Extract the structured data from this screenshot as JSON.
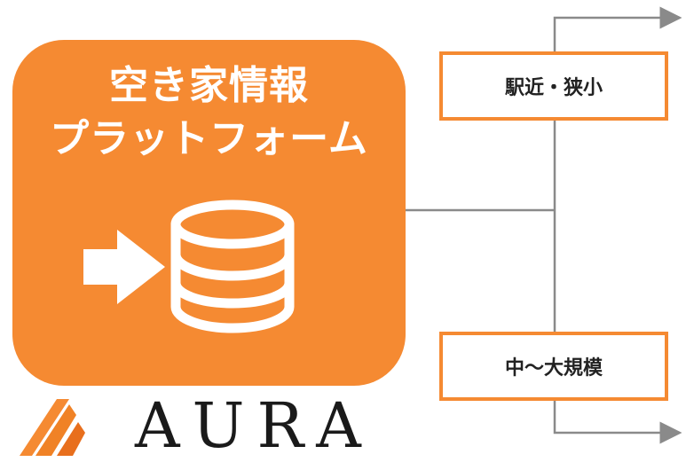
{
  "platform": {
    "title_line1": "空き家情報",
    "title_line2": "プラットフォーム",
    "icon": "database-import-icon"
  },
  "categories": [
    {
      "label": "駅近・狭小"
    },
    {
      "label": "中～大規模"
    }
  ],
  "brand": {
    "name": "AURA",
    "logo_icon": "aura-triangle-logo-icon"
  },
  "colors": {
    "accent": "#f58a32",
    "connector": "#8a8a8a",
    "text_dark": "#222222"
  }
}
